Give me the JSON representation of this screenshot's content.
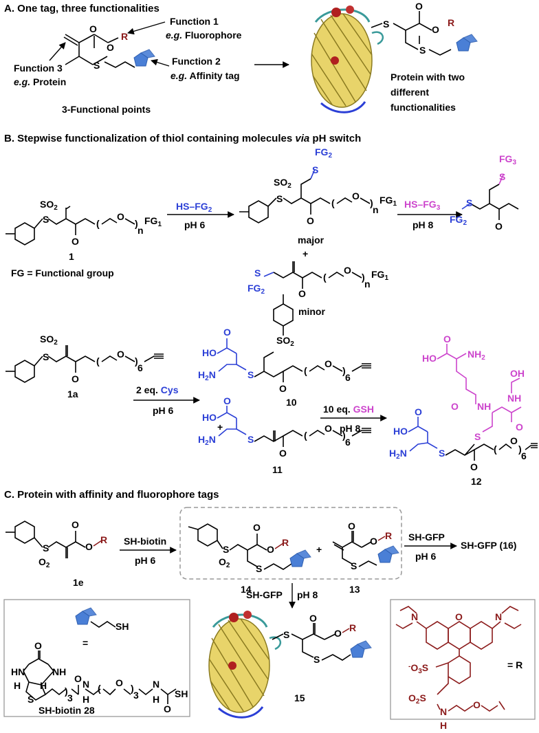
{
  "section_a": {
    "heading": "A. One tag, three functionalities",
    "function1": "Function 1",
    "function1_eg": "e.g.",
    "function1_ex": " Fluorophore",
    "function2": "Function 2",
    "function2_eg": "e.g.",
    "function2_ex": " Affinity tag",
    "function3": "Function 3",
    "function3_eg": "e.g.",
    "function3_ex": " Protein",
    "points": "3-Functional points",
    "result_l1": "Protein with two",
    "result_l2": "different",
    "result_l3": "functionalities",
    "atom_o": "O",
    "atom_s": "S",
    "atom_r": "R"
  },
  "section_b": {
    "heading_pre": "B. Stepwise functionalization  of thiol containing molecules ",
    "heading_via": "via",
    "heading_post": " pH switch",
    "cmpd1": "1",
    "fg_def": "FG = Functional group",
    "reagent1": "HS–FG",
    "reagent1_sub": "2",
    "cond1": "pH 6",
    "major": "major",
    "plus": "+",
    "minor": "minor",
    "reagent2": "HS–FG",
    "reagent2_sub": "3",
    "cond2": "pH 8",
    "fg1": "FG",
    "fg1_sub": "1",
    "fg2_sub": "2",
    "fg3_sub": "3",
    "n": "n",
    "so2": "SO",
    "o2_sub": "2",
    "cmpd1a": "1a",
    "reagent3_pre": "2 eq. ",
    "reagent3_cys": "Cys",
    "cond3": "pH 6",
    "cmpd10": "10",
    "cmpd11": "11",
    "reagent4_pre": "10 eq. ",
    "reagent4_gsh": "GSH",
    "cond4": "pH 8",
    "cmpd12": "12",
    "six": "6",
    "hooc": "HO",
    "h2n": "H",
    "h2n_sub": "2",
    "h2n_n": "N",
    "nh2": "NH",
    "nh": "NH",
    "oh": "OH",
    "n_h": "N",
    "h": "H"
  },
  "section_c": {
    "heading": "C. Protein with affinity and fluorophore tags",
    "cmpd1e": "1e",
    "reagent1": "SH-biotin",
    "cond1": "pH 6",
    "cmpd14": "14",
    "cmpd13": "13",
    "reagent2": "SH-GFP",
    "cond2": "pH 6",
    "product16": "SH-GFP (16)",
    "reagent3": "SH-GFP",
    "cond3": "pH 8",
    "cmpd15": "15",
    "sh": "SH",
    "equals": "=",
    "biotin_name": "SH-biotin 28",
    "equals_r": "= R",
    "so3": "O",
    "so3_sub": "3",
    "so3_s": "S",
    "o2s": "O",
    "o2s_s": "S",
    "three": "3",
    "hn": "HN",
    "nh_b": "NH"
  },
  "colors": {
    "blue": "#2b3fd6",
    "pink": "#cc44cc",
    "maroon": "#8b1a1a",
    "biotin": "#4a7fd6",
    "panel_border": "#999999"
  }
}
